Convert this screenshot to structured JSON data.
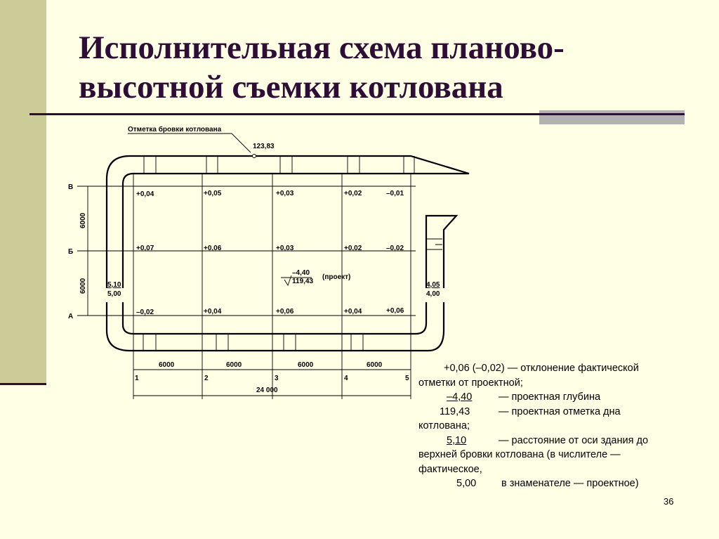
{
  "title": "Исполнительная схема планово-высотной съемки котлована",
  "diagram": {
    "brow_label": "Отметка бровки котлована",
    "brow_mark": "123,83",
    "rows": [
      "В",
      "Б",
      "А"
    ],
    "row_spacing": [
      "6000",
      "6000"
    ],
    "grid": [
      [
        "+0,04",
        "+0,05",
        "+0,03",
        "+0,02",
        "–0,01"
      ],
      [
        "+0,07",
        "+0,06",
        "+0,03",
        "+0,02",
        "–0,02"
      ],
      [
        "–0,02",
        "+0,04",
        "+0,06",
        "+0,04",
        "+0,06"
      ]
    ],
    "design_depth": "–4,40",
    "design_bottom": "119,43",
    "design_note": "(проект)",
    "left_actual": "5,10",
    "left_design": "5,00",
    "right_actual": "4,05",
    "right_design": "4,00",
    "columns": [
      "1",
      "2",
      "3",
      "4",
      "5"
    ],
    "col_spacing": [
      "6000",
      "6000",
      "6000",
      "6000"
    ],
    "total": "24 000"
  },
  "legend": {
    "l1": "+0,06 (–0,02) — отклонение фактической",
    "l2": "отметки от проектной;",
    "l3a": "–4,40",
    "l3b": "— проектная глубина",
    "l4a": "119,43",
    "l4b": "— проектная отметка дна",
    "l5": "котлована;",
    "l6a": "5,10",
    "l6b": "— расстояние от оси здания до",
    "l7": "верхней бровки котлована (в числителе —",
    "l8": "фактическое,",
    "l9a": "5,00",
    "l9b": "в знаменателе — проектное)"
  },
  "page_number": "36"
}
